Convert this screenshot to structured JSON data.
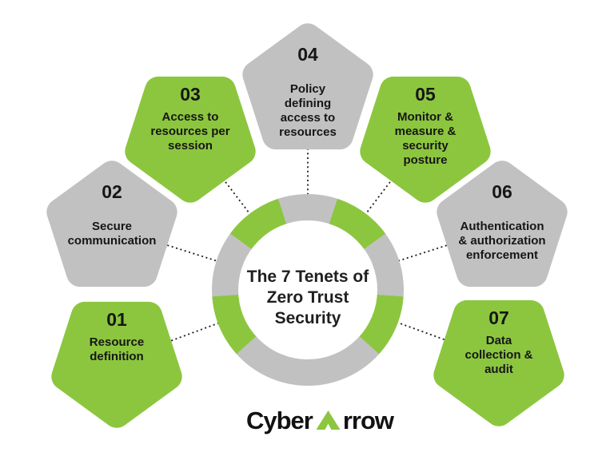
{
  "title": {
    "lines": [
      "The 7 Tenets of",
      "Zero Trust",
      "Security"
    ]
  },
  "tenets": [
    {
      "number": "01",
      "lines": [
        "Resource",
        "definition"
      ],
      "color": "green"
    },
    {
      "number": "02",
      "lines": [
        "Secure",
        "communication"
      ],
      "color": "gray"
    },
    {
      "number": "03",
      "lines": [
        "Access to",
        "resources per",
        "session"
      ],
      "color": "green"
    },
    {
      "number": "04",
      "lines": [
        "Policy",
        "defining",
        "access to",
        "resources"
      ],
      "color": "gray"
    },
    {
      "number": "05",
      "lines": [
        "Monitor &",
        "measure &",
        "security",
        "posture"
      ],
      "color": "green"
    },
    {
      "number": "06",
      "lines": [
        "Authentication",
        "& authorization",
        "enforcement"
      ],
      "color": "gray"
    },
    {
      "number": "07",
      "lines": [
        "Data",
        "collection &",
        "audit"
      ],
      "color": "green"
    }
  ],
  "logo": {
    "text_before_arrow": "Cyber",
    "text_after_arrow": "rrow",
    "full_name": "CyberArrow"
  },
  "colors": {
    "green": "#8CC63F",
    "gray": "#C1C1C1",
    "text_dark": "#1F1F1F",
    "logo_black": "#121212"
  }
}
